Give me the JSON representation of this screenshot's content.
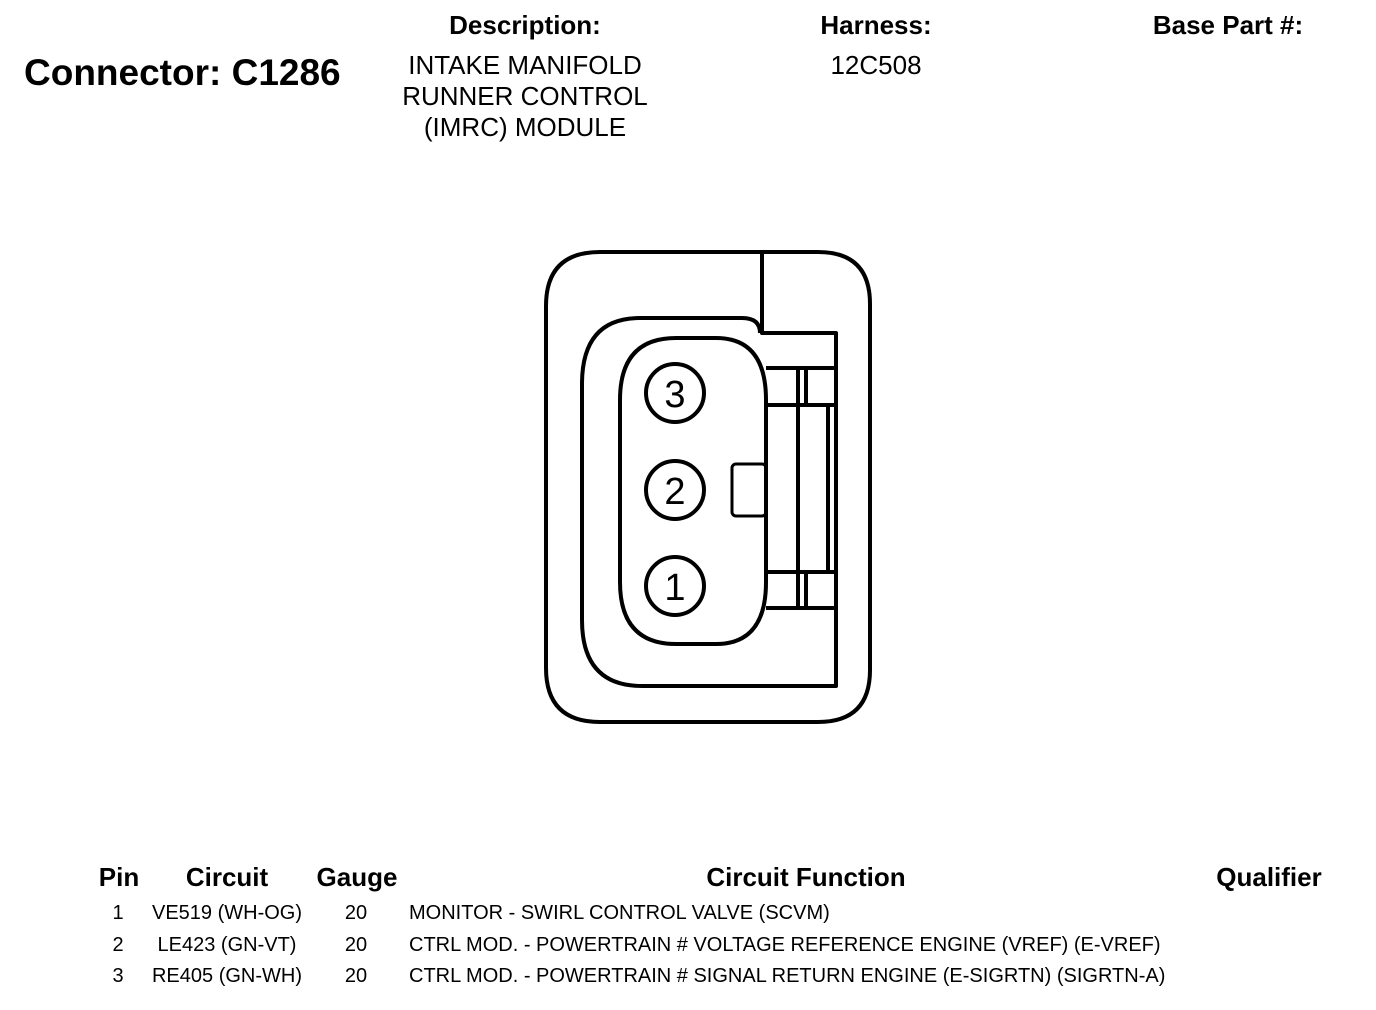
{
  "connector": {
    "title": "Connector: C1286"
  },
  "headers": {
    "description_label": "Description:",
    "harness_label": "Harness:",
    "base_part_label": "Base Part #:"
  },
  "description": {
    "lines": [
      "INTAKE MANIFOLD",
      "RUNNER CONTROL",
      "(IMRC) MODULE"
    ]
  },
  "harness": {
    "value": "12C508"
  },
  "base_part": {
    "value": ""
  },
  "diagram": {
    "pin_labels": [
      "3",
      "2",
      "1"
    ]
  },
  "table": {
    "columns": {
      "pin": "Pin",
      "circuit": "Circuit",
      "gauge": "Gauge",
      "function": "Circuit Function",
      "qualifier": "Qualifier"
    },
    "rows": [
      {
        "pin": "1",
        "circuit": "VE519 (WH-OG)",
        "gauge": "20",
        "function": "MONITOR - SWIRL CONTROL VALVE (SCVM)",
        "qualifier": ""
      },
      {
        "pin": "2",
        "circuit": "LE423 (GN-VT)",
        "gauge": "20",
        "function": "CTRL MOD. - POWERTRAIN # VOLTAGE REFERENCE ENGINE (VREF) (E-VREF)",
        "qualifier": ""
      },
      {
        "pin": "3",
        "circuit": "RE405 (GN-WH)",
        "gauge": "20",
        "function": "CTRL MOD. - POWERTRAIN # SIGNAL RETURN ENGINE (E-SIGRTN) (SIGRTN-A)",
        "qualifier": ""
      }
    ]
  }
}
